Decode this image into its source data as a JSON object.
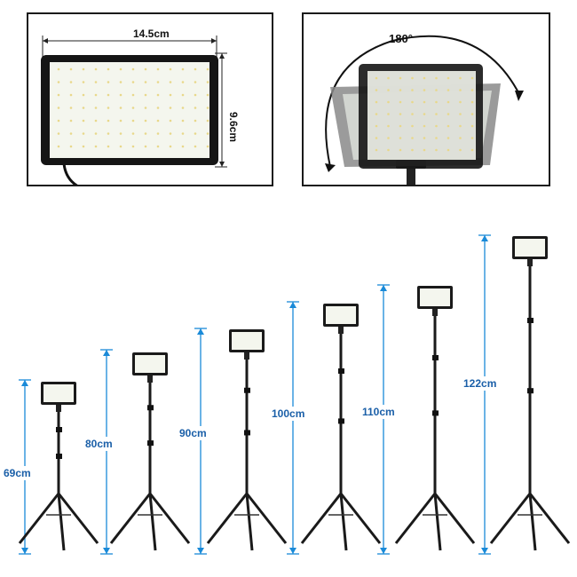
{
  "panel": {
    "width_label": "14.5cm",
    "height_label": "9.6cm",
    "rotation_label": "180°"
  },
  "stands": [
    {
      "height_label": "69cm"
    },
    {
      "height_label": "80cm"
    },
    {
      "height_label": "90cm"
    },
    {
      "height_label": "100cm"
    },
    {
      "height_label": "110cm"
    },
    {
      "height_label": "122cm"
    }
  ],
  "colors": {
    "frame": "#1a1a1a",
    "led_panel": "#f4f6ee",
    "led_dot": "#e8d88a",
    "measure": "#1a8ad8",
    "measure_text": "#1a5fa8"
  }
}
